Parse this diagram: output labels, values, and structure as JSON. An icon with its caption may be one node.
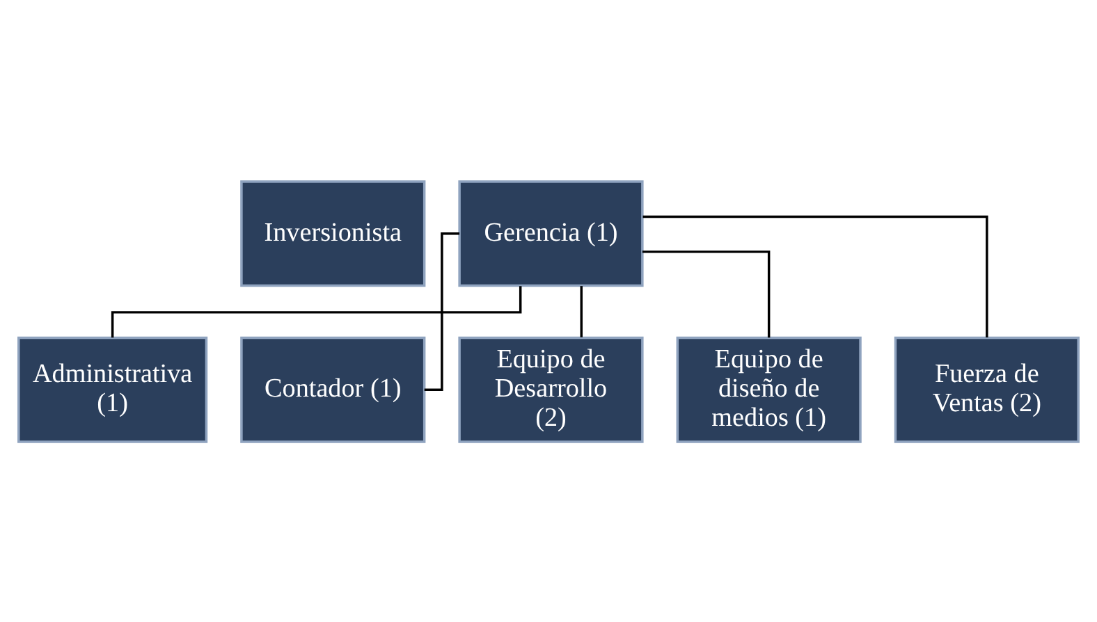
{
  "diagram": {
    "nodes": [
      {
        "text": [
          "Inversionista"
        ]
      },
      {
        "text": [
          "Gerencia (1)"
        ]
      },
      {
        "text": [
          "Administrativa (1)"
        ]
      },
      {
        "text": [
          "Contador (1)"
        ]
      },
      {
        "text": [
          "Equipo de Desarrollo (2)"
        ]
      },
      {
        "text": [
          "Equipo de diseño de medios (1)"
        ]
      },
      {
        "text": [
          "Fuerza de Ventas (2)"
        ]
      }
    ],
    "edges": [
      {
        "from": 1,
        "to": 2,
        "arrow": "none"
      },
      {
        "from": 1,
        "to": 3,
        "arrow": "none"
      },
      {
        "from": 1,
        "to": 4,
        "arrow": "none"
      },
      {
        "from": 1,
        "to": 5,
        "arrow": "none"
      },
      {
        "from": 1,
        "to": 6,
        "arrow": "none"
      }
    ]
  }
}
